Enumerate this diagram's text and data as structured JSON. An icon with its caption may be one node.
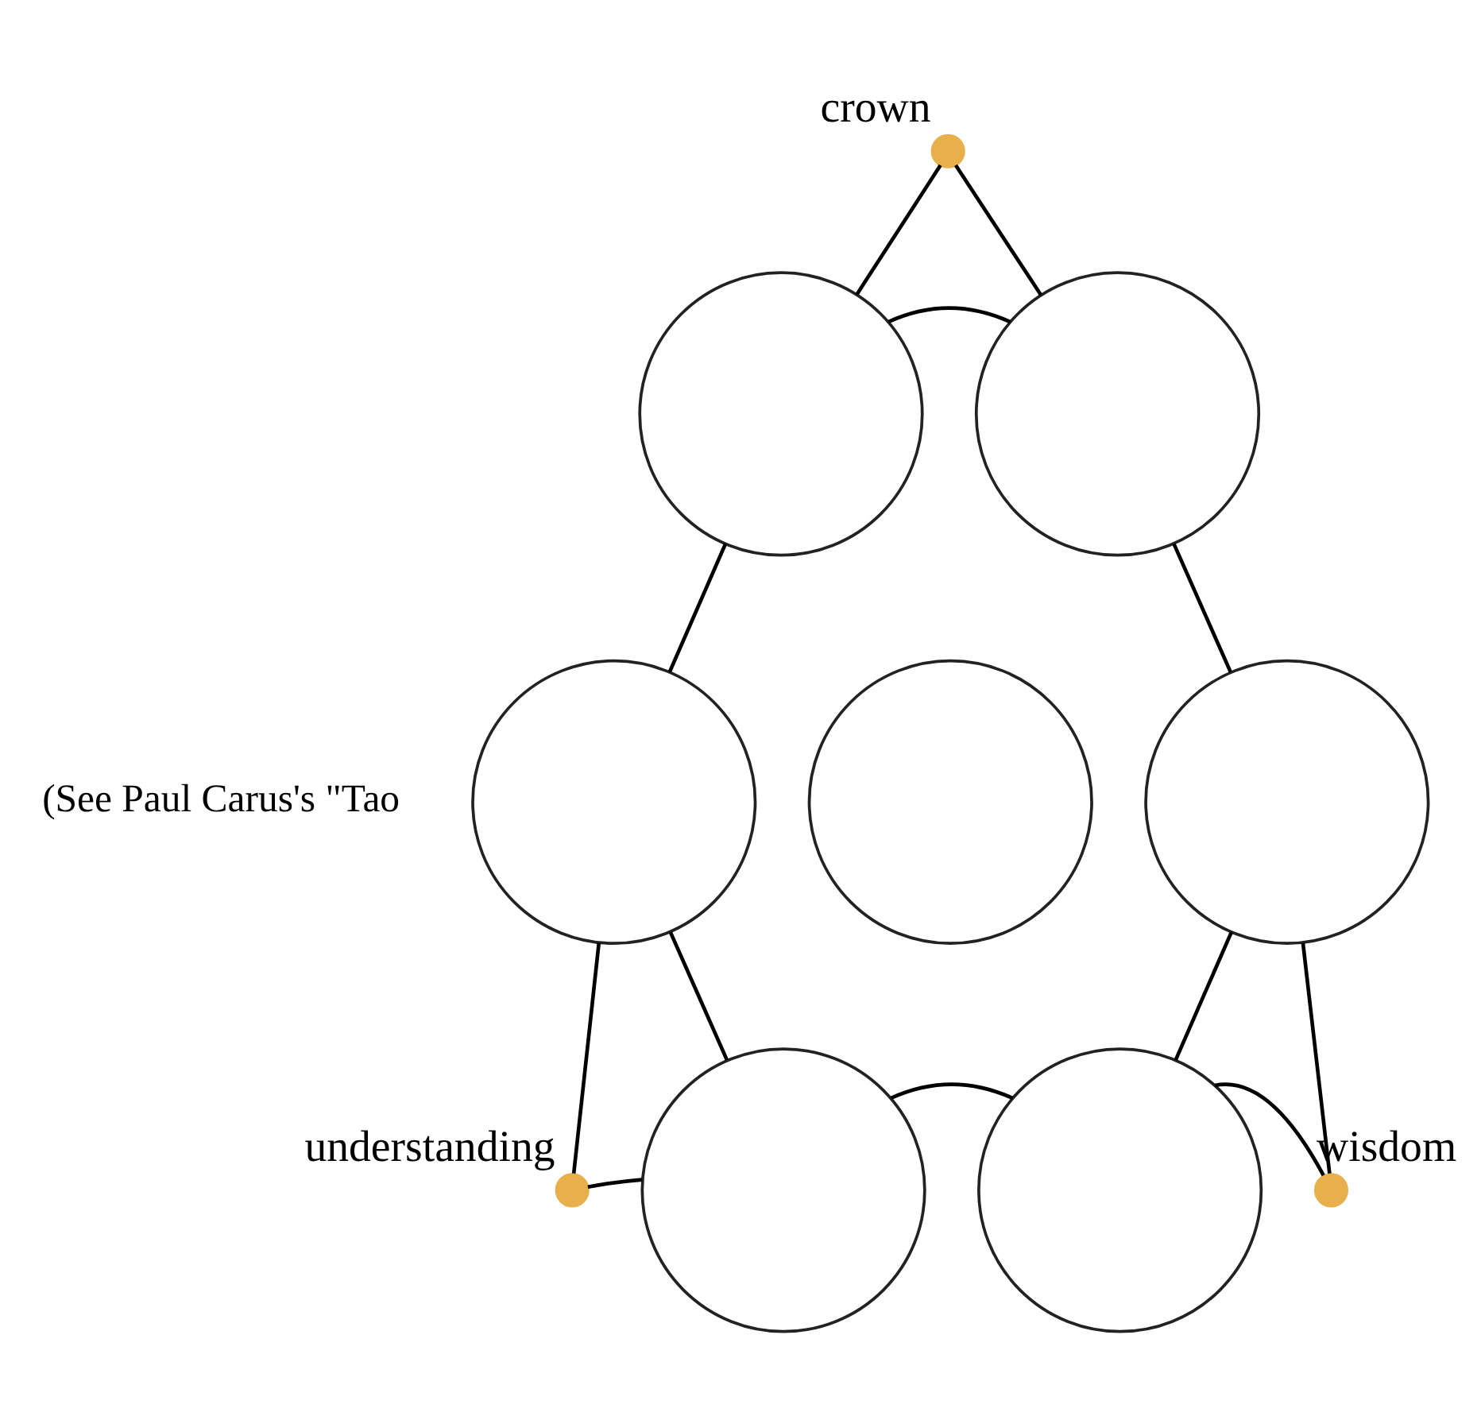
{
  "diagram": {
    "nodes": [
      {
        "text": [],
        "shape": "dot",
        "beside": [
          "crown"
        ]
      },
      {
        "text": [],
        "shape": "circle"
      },
      {
        "text": [],
        "shape": "circle"
      },
      {
        "text": [],
        "shape": "circle"
      },
      {
        "text": [],
        "shape": "circle"
      },
      {
        "text": [],
        "shape": "circle"
      },
      {
        "text": [],
        "shape": "dot",
        "beside": [
          "understanding"
        ]
      },
      {
        "text": [],
        "shape": "circle"
      },
      {
        "text": [],
        "shape": "circle"
      },
      {
        "text": [],
        "shape": "dot",
        "beside": [
          "wisdom"
        ]
      }
    ],
    "edges": [
      {
        "from": 0,
        "to": 1,
        "arrow": "none"
      },
      {
        "from": 0,
        "to": 2,
        "arrow": "none"
      },
      {
        "from": 1,
        "to": 2,
        "arrow": "none"
      },
      {
        "from": 1,
        "to": 3,
        "arrow": "none"
      },
      {
        "from": 3,
        "to": 6,
        "arrow": "none"
      },
      {
        "from": 2,
        "to": 5,
        "arrow": "none"
      },
      {
        "from": 5,
        "to": 9,
        "arrow": "none"
      },
      {
        "from": 3,
        "to": 7,
        "arrow": "none"
      },
      {
        "from": 5,
        "to": 8,
        "arrow": "none"
      },
      {
        "from": 6,
        "to": 7,
        "arrow": "none"
      },
      {
        "from": 7,
        "to": 8,
        "arrow": "none"
      },
      {
        "from": 8,
        "to": 9,
        "arrow": "none"
      }
    ],
    "labels": [
      "(See Paul Carus's \"Tao"
    ]
  }
}
